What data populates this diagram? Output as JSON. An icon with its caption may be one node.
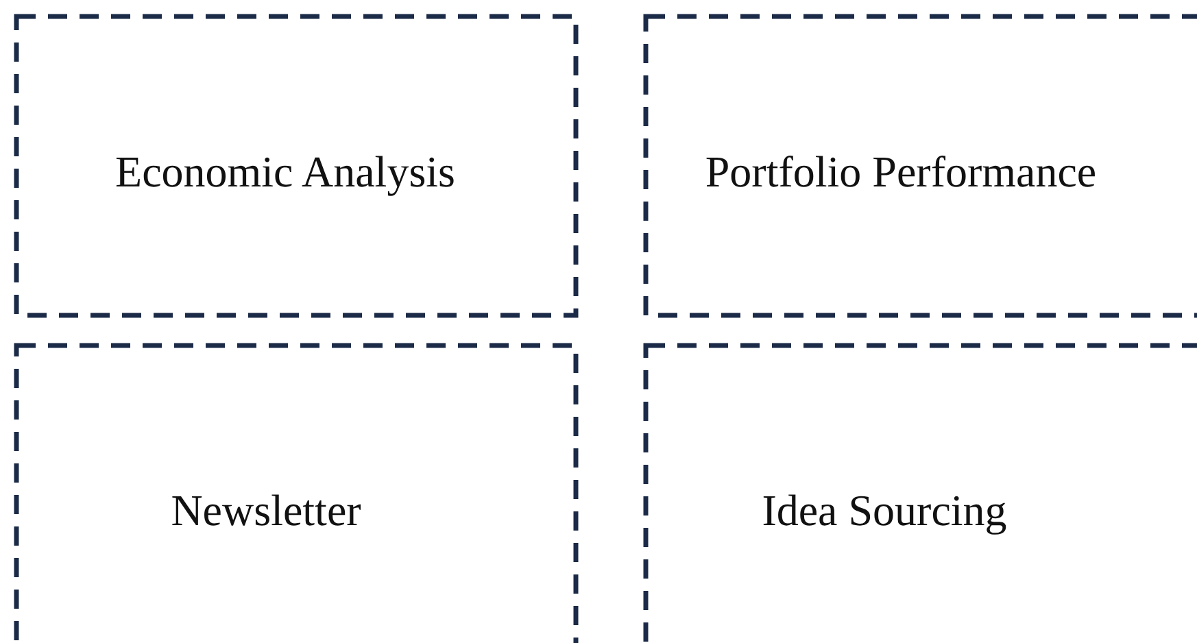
{
  "diagram": {
    "nodes": [
      {
        "text": [
          "Economic Analysis"
        ]
      },
      {
        "text": [
          "Portfolio Performance"
        ]
      },
      {
        "text": [
          "Newsletter"
        ]
      },
      {
        "text": [
          "Idea Sourcing"
        ]
      }
    ]
  }
}
